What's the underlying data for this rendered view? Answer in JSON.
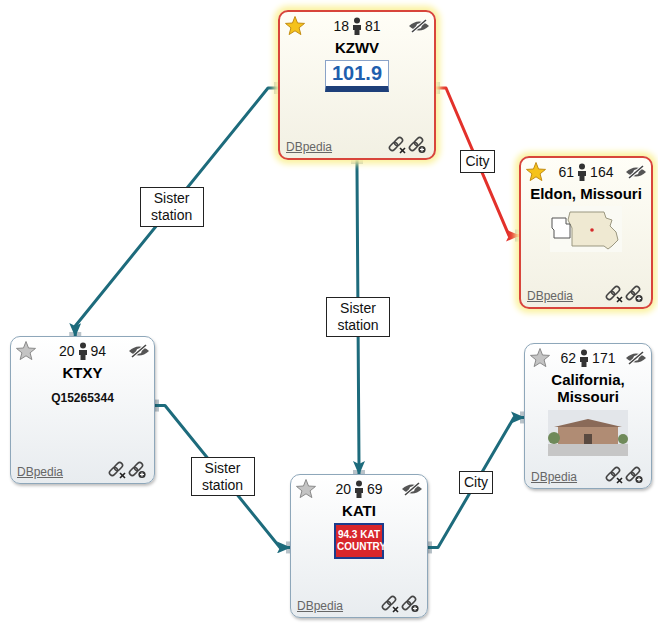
{
  "diagram": {
    "nodes": [
      {
        "text": [
          "18",
          "81",
          "KZWV",
          "101.9",
          "DBpedia"
        ]
      },
      {
        "text": [
          "61",
          "164",
          "Eldon, Missouri",
          "DBpedia"
        ]
      },
      {
        "text": [
          "20",
          "94",
          "KTXY",
          "Q15265344",
          "DBpedia"
        ]
      },
      {
        "text": [
          "20",
          "69",
          "KATI",
          "94.3 KAT COUNTRY",
          "DBpedia"
        ]
      },
      {
        "text": [
          "62",
          "171",
          "California, Missouri",
          "DBpedia"
        ]
      }
    ],
    "edges": [
      {
        "from": 0,
        "to": 2,
        "arrow": "to",
        "label": "Sister station"
      },
      {
        "from": 0,
        "to": 3,
        "arrow": "to",
        "label": "Sister station"
      },
      {
        "from": 0,
        "to": 1,
        "arrow": "to",
        "label": "City"
      },
      {
        "from": 2,
        "to": 3,
        "arrow": "to",
        "label": "Sister station"
      },
      {
        "from": 3,
        "to": 4,
        "arrow": "to",
        "label": "City"
      }
    ]
  }
}
